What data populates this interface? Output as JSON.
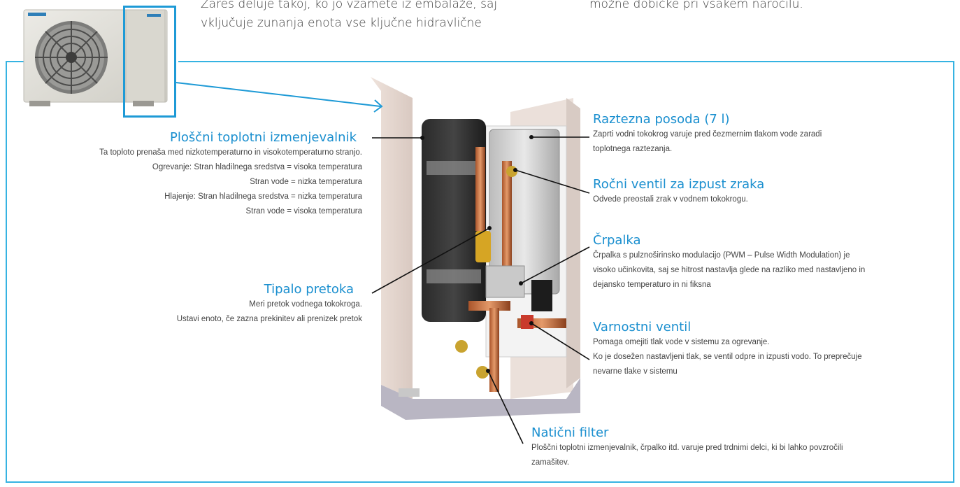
{
  "intro": {
    "left_line1": "Zares deluje takoj, ko jo vzamete iz embalaže, saj",
    "left_line2": "vključuje zunanja enota vse ključne hidravlične",
    "right_line1": "možne dobičke pri vsakem naročilu."
  },
  "colors": {
    "accent": "#1a8fcf",
    "frame": "#36b3e2",
    "text": "#444444"
  },
  "callouts": {
    "plate_heat_exchanger": {
      "title": "Ploščni toplotni izmenjevalnik",
      "lines": [
        "Ta toploto prenaša med nizkotemperaturno in visokotemperaturno stranjo.",
        "Ogrevanje: Stran hladilnega sredstva = visoka temperatura",
        "Stran vode = nizka temperatura",
        "Hlajenje: Stran hladilnega sredstva = nizka temperatura",
        "Stran vode = visoka temperatura"
      ]
    },
    "flow_sensor": {
      "title": "Tipalo pretoka",
      "lines": [
        "Meri pretok vodnega tokokroga.",
        "Ustavi enoto, če zazna prekinitev ali prenizek pretok"
      ]
    },
    "expansion_vessel": {
      "title": "Raztezna posoda (7 l)",
      "lines": [
        "Zaprti vodni tokokrog varuje pred čezmernim tlakom vode zaradi",
        "toplotnega raztezanja."
      ]
    },
    "air_vent": {
      "title": "Ročni ventil za izpust zraka",
      "lines": [
        "Odvede preostali zrak v vodnem tokokrogu."
      ]
    },
    "pump": {
      "title": "Črpalka",
      "lines": [
        "Črpalka s pulznoširinsko modulacijo (PWM – Pulse Width Modulation) je",
        "visoko učinkovita, saj se hitrost nastavlja glede na razliko med nastavljeno in",
        "dejansko temperaturo in ni fiksna"
      ]
    },
    "safety_valve": {
      "title": "Varnostni ventil",
      "lines": [
        "Pomaga omejiti tlak vode v sistemu za ogrevanje.",
        "Ko je dosežen nastavljeni tlak, se ventil odpre in izpusti vodo. To preprečuje",
        "nevarne tlake v sistemu"
      ]
    },
    "strainer": {
      "title": "Natični filter",
      "lines": [
        "Ploščni toplotni izmenjevalnik, črpalko itd. varuje pred trdnimi delci, ki bi lahko povzročili",
        "zamašitev."
      ]
    }
  }
}
